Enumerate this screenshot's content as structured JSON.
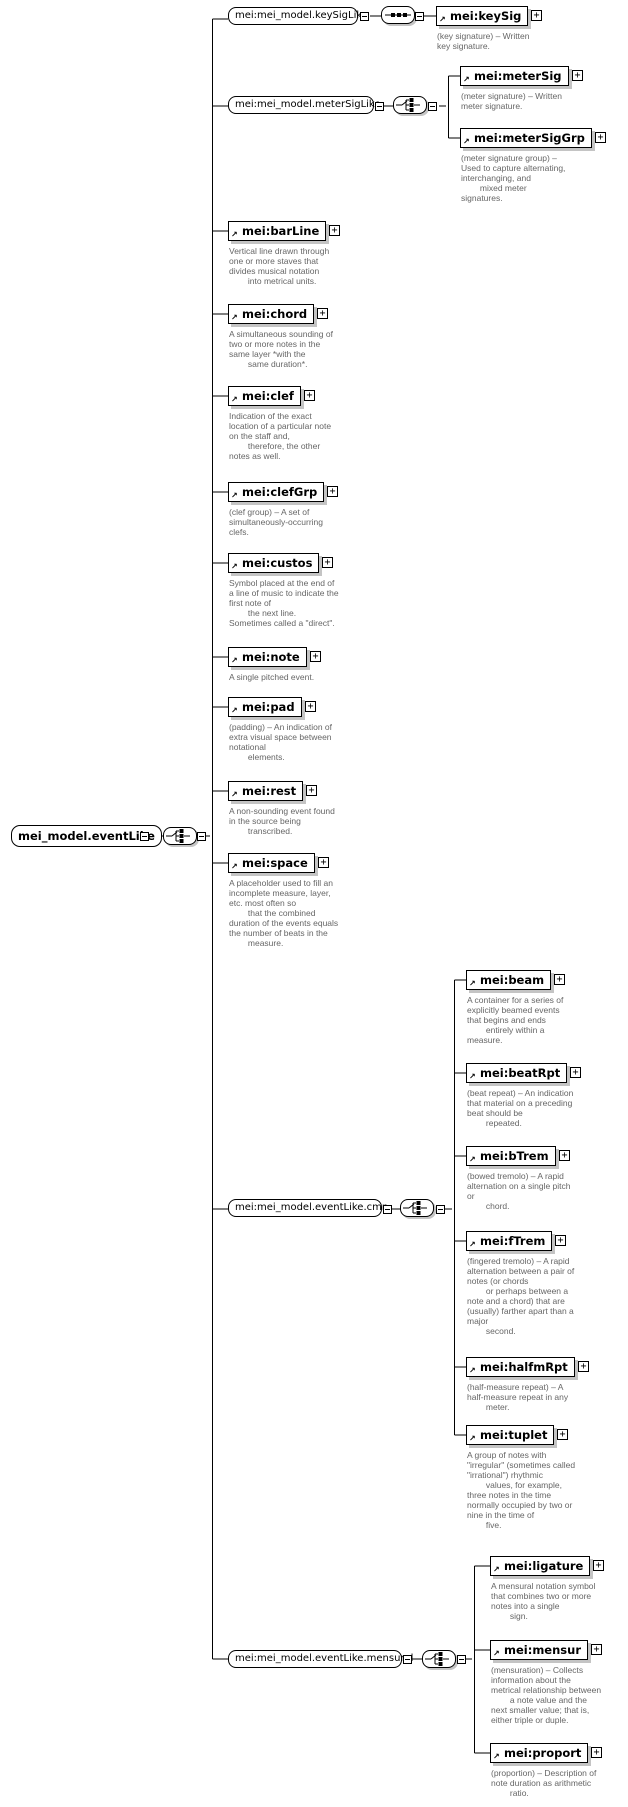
{
  "root": {
    "label": "mei_model.eventLike"
  },
  "groups": {
    "keySigLike": "mei:mei_model.keySigLike",
    "meterSigLike": "mei:mei_model.meterSigLike",
    "eventLikeCmn": "mei:mei_model.eventLike.cmn",
    "eventLikeMensural": "mei:mei_model.eventLike.mensural"
  },
  "elements": [
    {
      "name": "mei:keySig",
      "desc": "(key signature) – Written\nkey signature."
    },
    {
      "name": "mei:meterSig",
      "desc": "(meter signature) – Written\nmeter signature."
    },
    {
      "name": "mei:meterSigGrp",
      "desc": "(meter signature group) –\nUsed to capture alternating,\ninterchanging, and\n        mixed meter\nsignatures."
    },
    {
      "name": "mei:barLine",
      "desc": "Vertical line drawn through\none or more staves that\ndivides musical notation\n        into metrical units."
    },
    {
      "name": "mei:chord",
      "desc": "A simultaneous sounding of\ntwo or more notes in the\nsame layer *with the\n        same duration*."
    },
    {
      "name": "mei:clef",
      "desc": "Indication of the exact\nlocation of a particular note\non the staff and,\n        therefore, the other\nnotes as well."
    },
    {
      "name": "mei:clefGrp",
      "desc": "(clef group) – A set of\nsimultaneously-occurring\nclefs."
    },
    {
      "name": "mei:custos",
      "desc": "Symbol placed at the end of\na line of music to indicate the\nfirst note of\n        the next line.\nSometimes called a \"direct\"."
    },
    {
      "name": "mei:note",
      "desc": "A single pitched event."
    },
    {
      "name": "mei:pad",
      "desc": "(padding) – An indication of\nextra visual space between\nnotational\n        elements."
    },
    {
      "name": "mei:rest",
      "desc": "A non-sounding event found\nin the source being\n        transcribed."
    },
    {
      "name": "mei:space",
      "desc": "A placeholder used to fill an\nincomplete measure, layer,\netc. most often so\n        that the combined\nduration of the events equals\nthe number of beats in the\n        measure."
    },
    {
      "name": "mei:beam",
      "desc": "A container for a series of\nexplicitly beamed events\nthat begins and ends\n        entirely within a\nmeasure."
    },
    {
      "name": "mei:beatRpt",
      "desc": "(beat repeat) – An indication\nthat material on a preceding\nbeat should be\n        repeated."
    },
    {
      "name": "mei:bTrem",
      "desc": "(bowed tremolo) – A rapid\nalternation on a single pitch\nor\n        chord."
    },
    {
      "name": "mei:fTrem",
      "desc": "(fingered tremolo) – A rapid\nalternation between a pair of\nnotes (or chords\n        or perhaps between a\nnote and a chord) that are\n(usually) farther apart than a\nmajor\n        second."
    },
    {
      "name": "mei:halfmRpt",
      "desc": "(half-measure repeat) – A\nhalf-measure repeat in any\n        meter."
    },
    {
      "name": "mei:tuplet",
      "desc": "A group of notes with\n\"irregular\" (sometimes called\n\"irrational\") rhythmic\n        values, for example,\nthree notes in the time\nnormally occupied by two or\nnine in the time of\n        five."
    },
    {
      "name": "mei:ligature",
      "desc": "A mensural notation symbol\nthat combines two or more\nnotes into a single\n        sign."
    },
    {
      "name": "mei:mensur",
      "desc": "(mensuration) – Collects\ninformation about the\nmetrical relationship between\n        a note value and the\nnext smaller value; that is,\neither triple or duple."
    },
    {
      "name": "mei:proport",
      "desc": "(proportion) – Description of\nnote duration as arithmetic\n        ratio."
    }
  ]
}
